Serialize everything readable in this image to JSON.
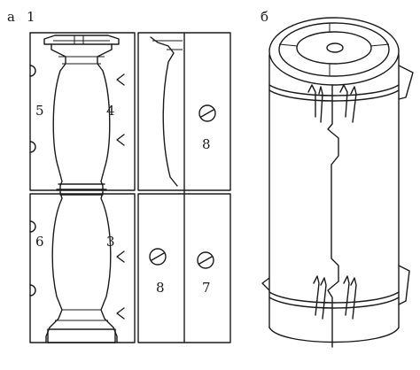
{
  "panels": {
    "a": {
      "label": "а"
    },
    "b": {
      "label": "б"
    }
  },
  "part_numbers": {
    "n1": "1",
    "n3": "3",
    "n4": "4",
    "n5": "5",
    "n6": "6",
    "n7": "7",
    "n8_top": "8",
    "n8_bottom": "8"
  },
  "colors": {
    "ink": "#1a1a1a",
    "paper": "#ffffff"
  }
}
